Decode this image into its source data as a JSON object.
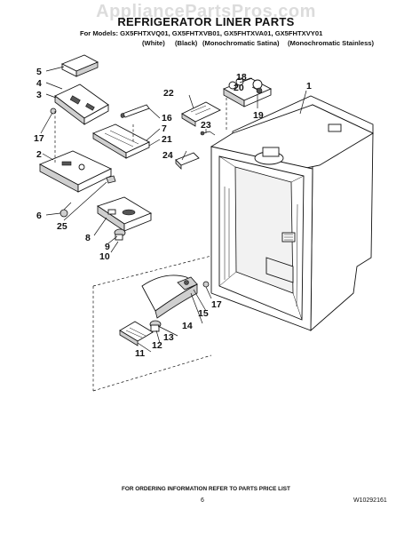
{
  "watermark": "AppliancePartsPros.com",
  "header": {
    "title": "REFRIGERATOR LINER PARTS",
    "models_line": "For Models: GX5FHTXVQ01, GX5FHTXVB01, GX5FHTXVA01, GX5FHTXVY01",
    "variants": [
      "(White)",
      "(Black)",
      "(Monochromatic Satina)",
      "(Monochromatic Stainless)"
    ]
  },
  "callouts": {
    "c1": "1",
    "c2": "2",
    "c3": "3",
    "c4": "4",
    "c5": "5",
    "c6": "6",
    "c7": "7",
    "c8": "8",
    "c9": "9",
    "c10": "10",
    "c11": "11",
    "c12": "12",
    "c13": "13",
    "c14": "14",
    "c15": "15",
    "c16": "16",
    "c17a": "17",
    "c17b": "17",
    "c18": "18",
    "c19": "19",
    "c20": "20",
    "c21": "21",
    "c22": "22",
    "c23": "23",
    "c24": "24",
    "c25": "25"
  },
  "footer": {
    "ordering_note": "FOR ORDERING INFORMATION REFER TO PARTS PRICE LIST",
    "page_number": "6",
    "document_number": "W10292161"
  }
}
